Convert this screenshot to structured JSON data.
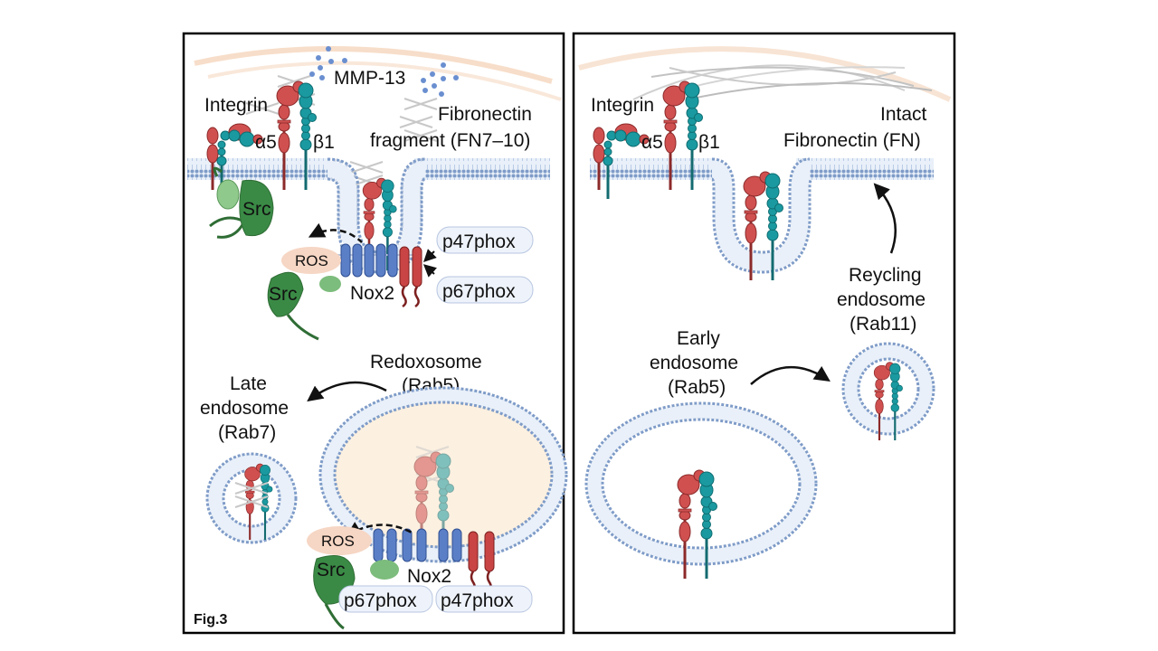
{
  "figure_label": "Fig.3",
  "left_panel": {
    "labels": {
      "mmp": "MMP-13",
      "integrin": "Integrin",
      "alpha": "α5",
      "beta": "β1",
      "fn_fragment_1": "Fibronectin",
      "fn_fragment_2": "fragment (FN7–10)",
      "src_top": "Src",
      "ros_top": "ROS",
      "src_mid": "Src",
      "nox2_top": "Nox2",
      "p47_top": "p47phox",
      "p67_top": "p67phox",
      "redoxosome_1": "Redoxosome",
      "redoxosome_2": "(Rab5)",
      "late_1": "Late",
      "late_2": "endosome",
      "late_3": "(Rab7)",
      "ros_bottom": "ROS",
      "src_bottom": "Src",
      "nox2_bottom": "Nox2",
      "p67_bottom": "p67phox",
      "p47_bottom": "p47phox"
    }
  },
  "right_panel": {
    "labels": {
      "integrin": "Integrin",
      "alpha": "α5",
      "beta": "β1",
      "fn_1": "Intact",
      "fn_2": "Fibronectin (FN)",
      "recycling_1": "Reycling",
      "recycling_2": "endosome",
      "recycling_3": "(Rab11)",
      "early_1": "Early",
      "early_2": "endosome",
      "early_3": "(Rab5)"
    }
  },
  "colors": {
    "alpha_integrin": "#d05050",
    "beta_integrin": "#1a9aa0",
    "membrane": "#8aa6d0",
    "membrane_fill": "#e6eef8",
    "nox2": "#5b7fc7",
    "p22": "#c94444",
    "src_dark": "#3a8a45",
    "src_light": "#7cbc7c",
    "ros": "#f6d6c4",
    "redoxosome_fill": "#fcf0e0",
    "mmp_dots": "#6a8fd0"
  }
}
